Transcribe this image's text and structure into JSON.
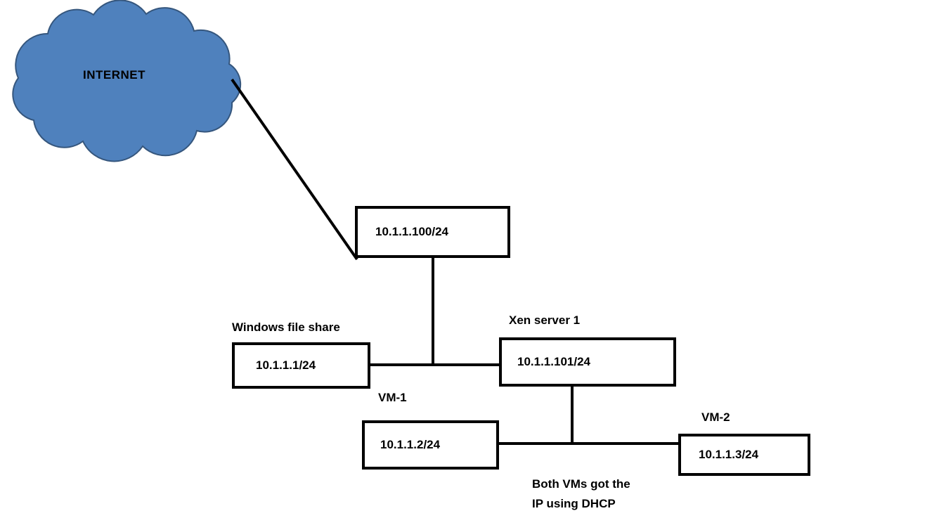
{
  "diagram": {
    "cloud": {
      "label": "INTERNET",
      "fill": "#4f81bd",
      "stroke": "#35567d"
    },
    "router": {
      "ip": "10.1.1.100/24"
    },
    "file_share": {
      "title": "Windows file share",
      "ip": "10.1.1.1/24"
    },
    "xen_server": {
      "title": "Xen server 1",
      "ip": "10.1.1.101/24"
    },
    "vm1": {
      "title": "VM-1",
      "ip": "10.1.1.2/24"
    },
    "vm2": {
      "title": "VM-2",
      "ip": "10.1.1.3/24"
    },
    "note": {
      "line1": "Both VMs got the",
      "line2": "IP using DHCP"
    },
    "line_color": "#000000"
  }
}
